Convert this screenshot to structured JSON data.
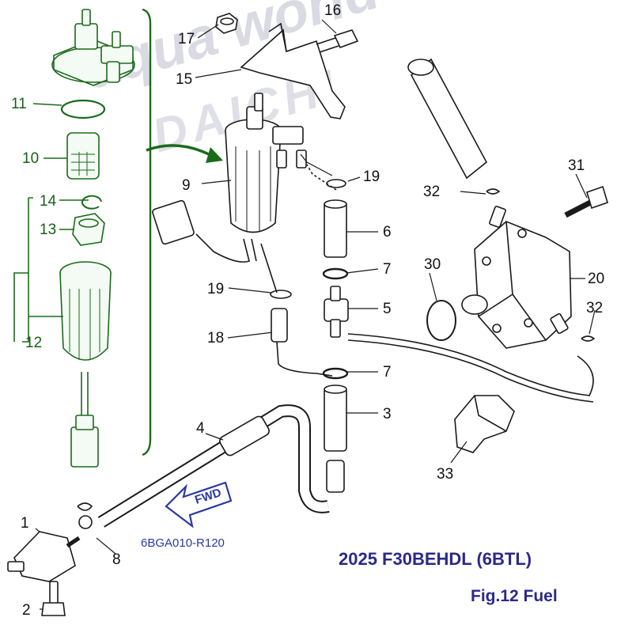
{
  "callouts": {
    "c1": "1",
    "c2": "2",
    "c3": "3",
    "c4": "4",
    "c5": "5",
    "c6": "6",
    "c7a": "7",
    "c7b": "7",
    "c8": "8",
    "c9": "9",
    "c10": "10",
    "c11": "11",
    "c12": "12",
    "c13": "13",
    "c14": "14",
    "c15": "15",
    "c16": "16",
    "c17": "17",
    "c18": "18",
    "c19a": "19",
    "c19b": "19",
    "c20": "20",
    "c30": "30",
    "c31": "31",
    "c32a": "32",
    "c32b": "32",
    "c33": "33"
  },
  "arrow_label": "FWD",
  "ref_code": "6BGA010-R120",
  "model_title": "2025 F30BEHDL (6BTL)",
  "figure_title": "Fig.12 Fuel",
  "watermark": {
    "line1": "aqua world",
    "line2": "DAICHI"
  },
  "colors": {
    "line": "#1a1a1a",
    "green": "#1a6b1a",
    "blue": "#2a2a8a",
    "watermark": "#9696af"
  }
}
